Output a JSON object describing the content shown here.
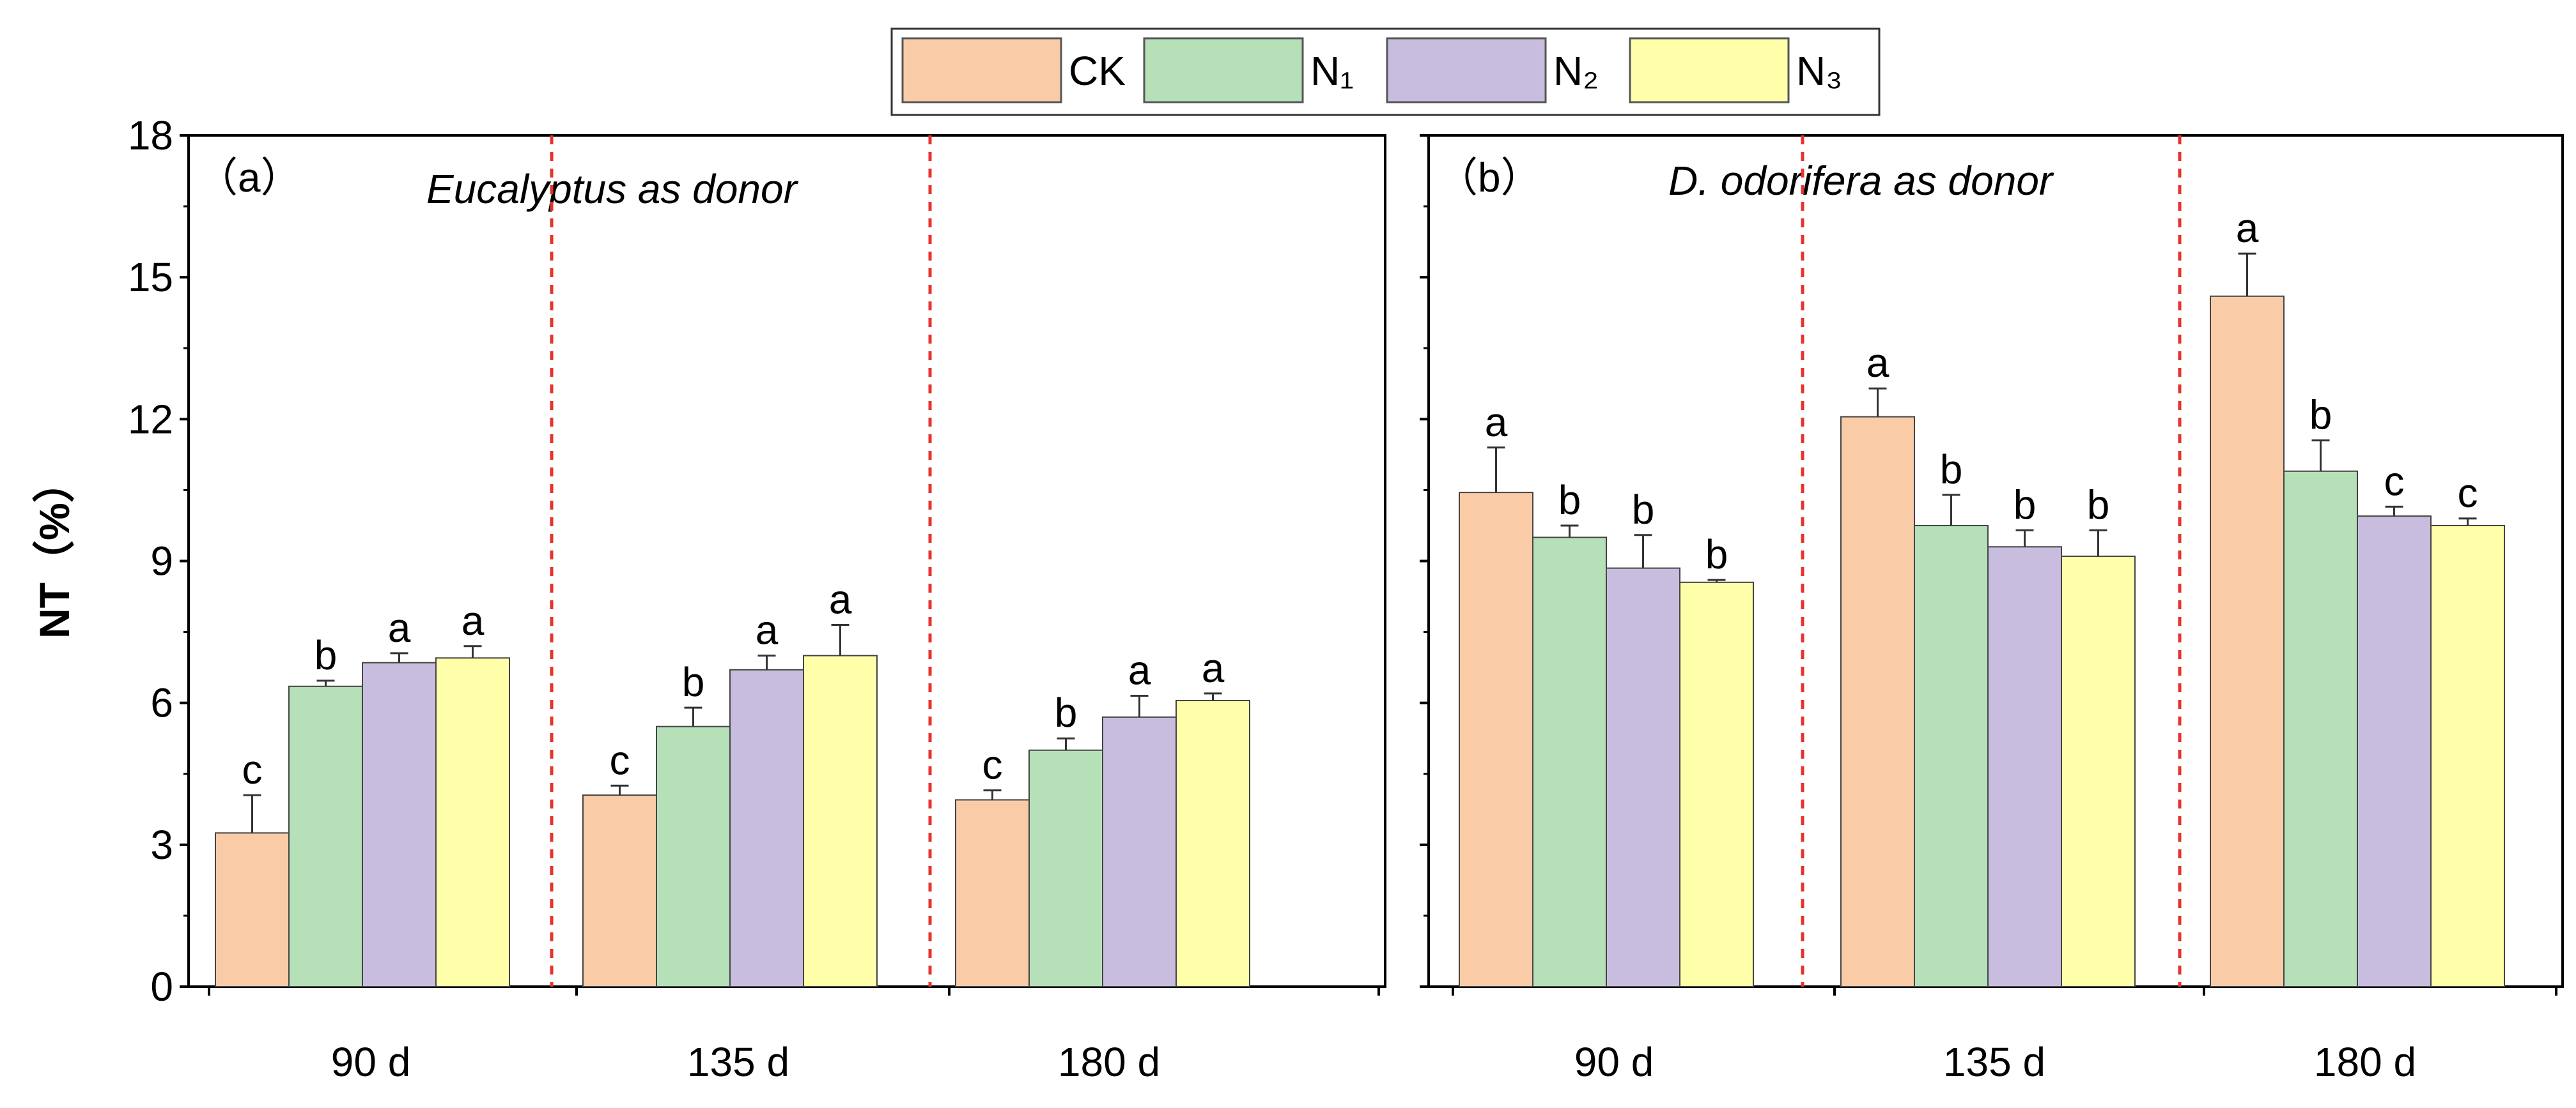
{
  "chart_data": {
    "type": "bar",
    "ylabel": "NT（%）",
    "ylim": [
      0,
      18
    ],
    "yticks": [
      0,
      3,
      6,
      9,
      12,
      15,
      18
    ],
    "grid": false,
    "legend_position": "top-center",
    "series": [
      {
        "name": "CK",
        "color": "#F9CBA6"
      },
      {
        "name": "N₁",
        "color": "#B5E0B8"
      },
      {
        "name": "N₂",
        "color": "#C9BDDF"
      },
      {
        "name": "N₃",
        "color": "#FFFFAA"
      }
    ],
    "panels": [
      {
        "label": "（a）",
        "donor": "Eucalyptus as donor",
        "categories": [
          "90 d",
          "135 d",
          "180 d"
        ],
        "values": [
          [
            3.25,
            6.35,
            6.85,
            6.95
          ],
          [
            4.05,
            5.5,
            6.7,
            7.0
          ],
          [
            3.95,
            5.0,
            5.7,
            6.05
          ]
        ],
        "errors": [
          [
            0.8,
            0.12,
            0.2,
            0.25
          ],
          [
            0.2,
            0.4,
            0.3,
            0.65
          ],
          [
            0.2,
            0.25,
            0.45,
            0.15
          ]
        ],
        "letters": [
          [
            "c",
            "b",
            "a",
            "a"
          ],
          [
            "c",
            "b",
            "a",
            "a"
          ],
          [
            "c",
            "b",
            "a",
            "a"
          ]
        ]
      },
      {
        "label": "（b）",
        "donor": "D. odorifera as donor",
        "categories": [
          "90 d",
          "135 d",
          "180 d"
        ],
        "values": [
          [
            10.45,
            9.5,
            8.85,
            8.55
          ],
          [
            12.05,
            9.75,
            9.3,
            9.1
          ],
          [
            14.6,
            10.9,
            9.95,
            9.75
          ]
        ],
        "errors": [
          [
            0.95,
            0.25,
            0.7,
            0.05
          ],
          [
            0.6,
            0.65,
            0.35,
            0.55
          ],
          [
            0.9,
            0.65,
            0.2,
            0.15
          ]
        ],
        "letters": [
          [
            "a",
            "b",
            "b",
            "b"
          ],
          [
            "a",
            "b",
            "b",
            "b"
          ],
          [
            "a",
            "b",
            "c",
            "c"
          ]
        ]
      }
    ]
  }
}
